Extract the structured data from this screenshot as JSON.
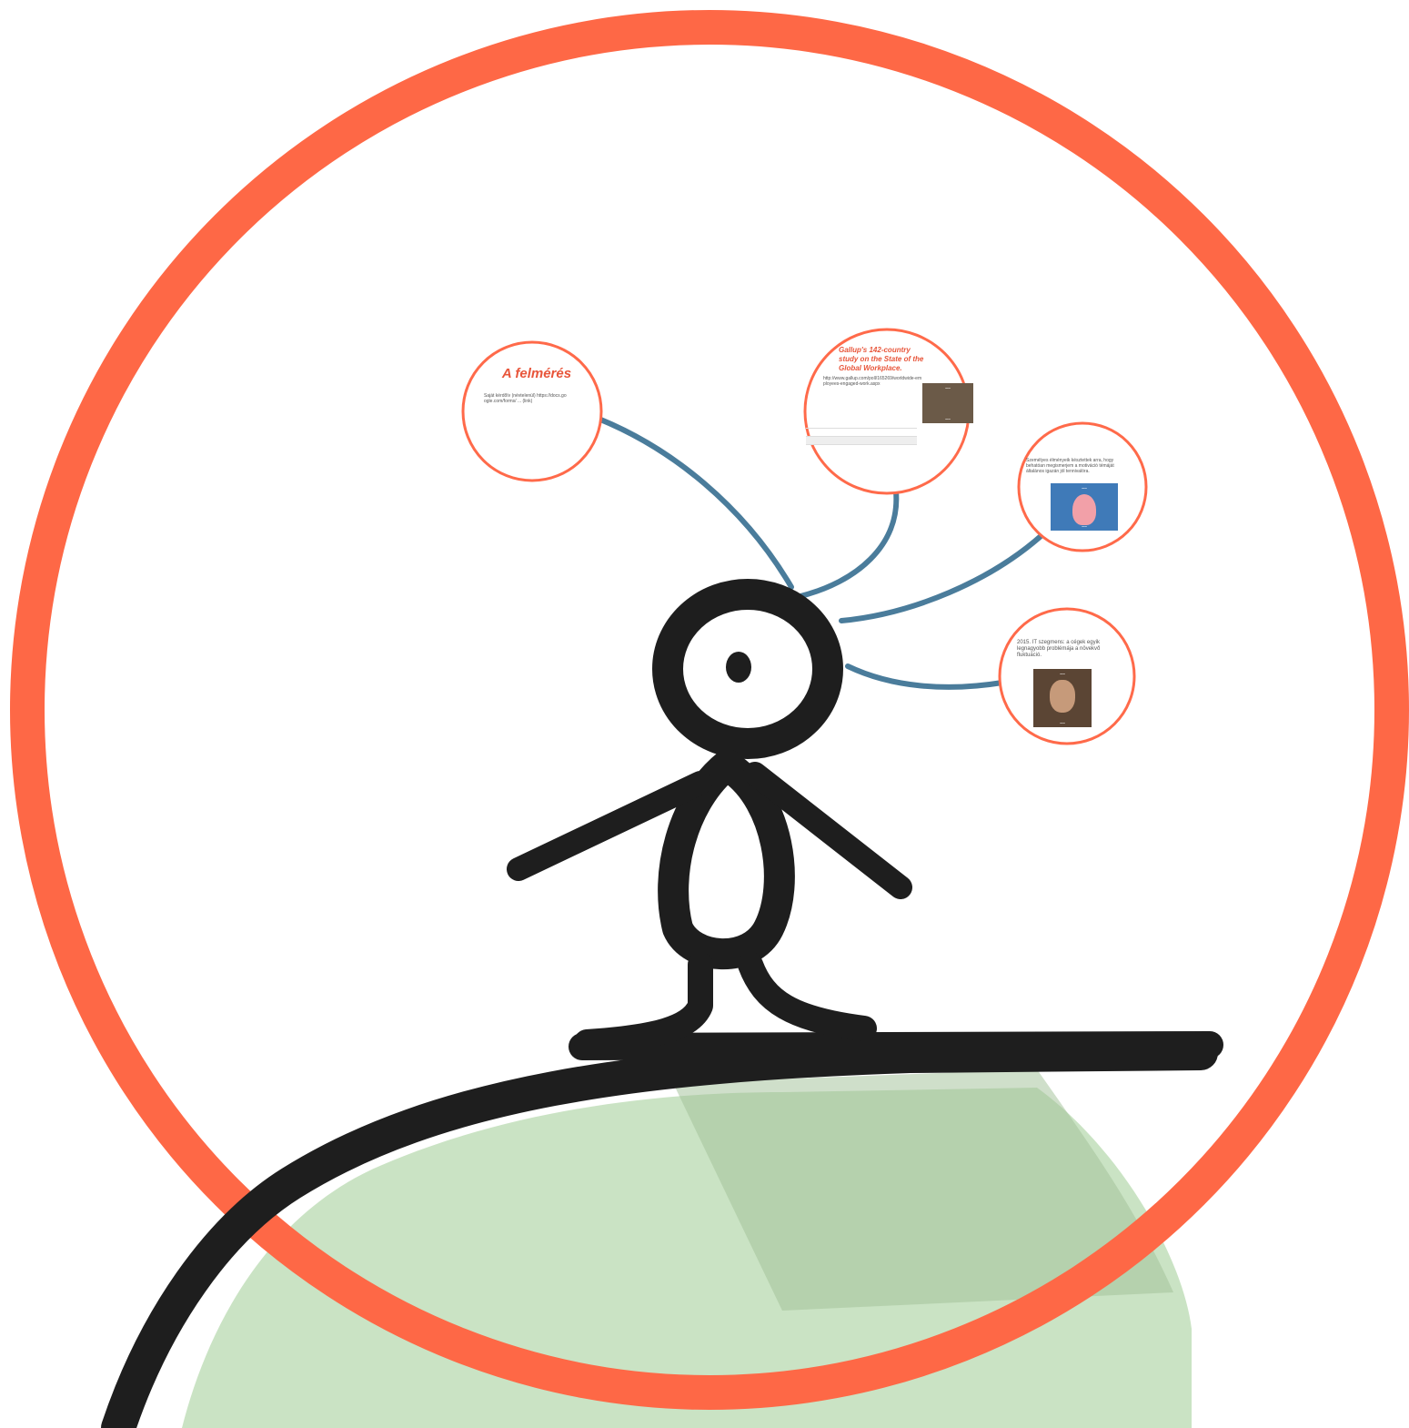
{
  "colors": {
    "ring": "#fe6846",
    "connector": "#4a7c9b",
    "ink": "#1e1e1e",
    "ground": "#b8d9b0",
    "node_border": "#ff6a4a"
  },
  "nodes": {
    "survey": {
      "title": "A felmérés",
      "body": "Saját kérdőív (névtelenül) https://docs.google.com/forms/ ... (link)"
    },
    "gallup": {
      "title": "Gallup's 142-country study on the State of the Global Workplace.",
      "link": "http://www.gallup.com/poll/165269/worldwide-employees-engaged-work.aspx",
      "meme_top": "...",
      "meme_bottom": "...",
      "table_rows": [
        [
          "",
          "",
          ""
        ],
        [
          "",
          "",
          ""
        ],
        [
          "",
          "",
          ""
        ]
      ]
    },
    "motivation": {
      "body": "Személyes élményeik késztettek arra, hogy behatóan megismerjem a motiváció témáját általános igazán jól tennivalóra.",
      "meme_top": "...",
      "meme_bottom": "..."
    },
    "it": {
      "body": "2015. IT szegmens: a cégek egyik legnagyobb problémája a növekvő fluktuáció.",
      "meme_top": "...",
      "meme_bottom": "..."
    }
  }
}
